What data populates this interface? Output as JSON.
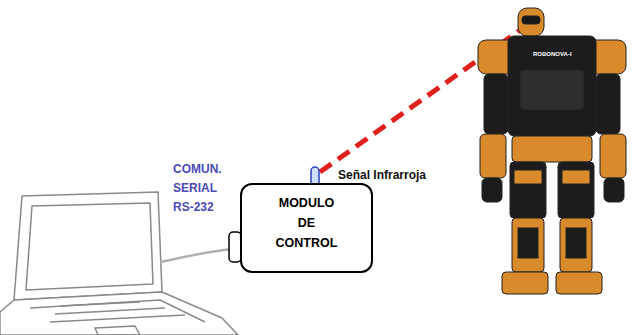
{
  "diagram": {
    "nodes": [
      {
        "text": [
          "MODULO DE CONTROL"
        ]
      }
    ],
    "labels": [
      "COMUN. SERIAL RS-232",
      "Señal Infrarroja",
      "ROBONOVA-I"
    ]
  }
}
